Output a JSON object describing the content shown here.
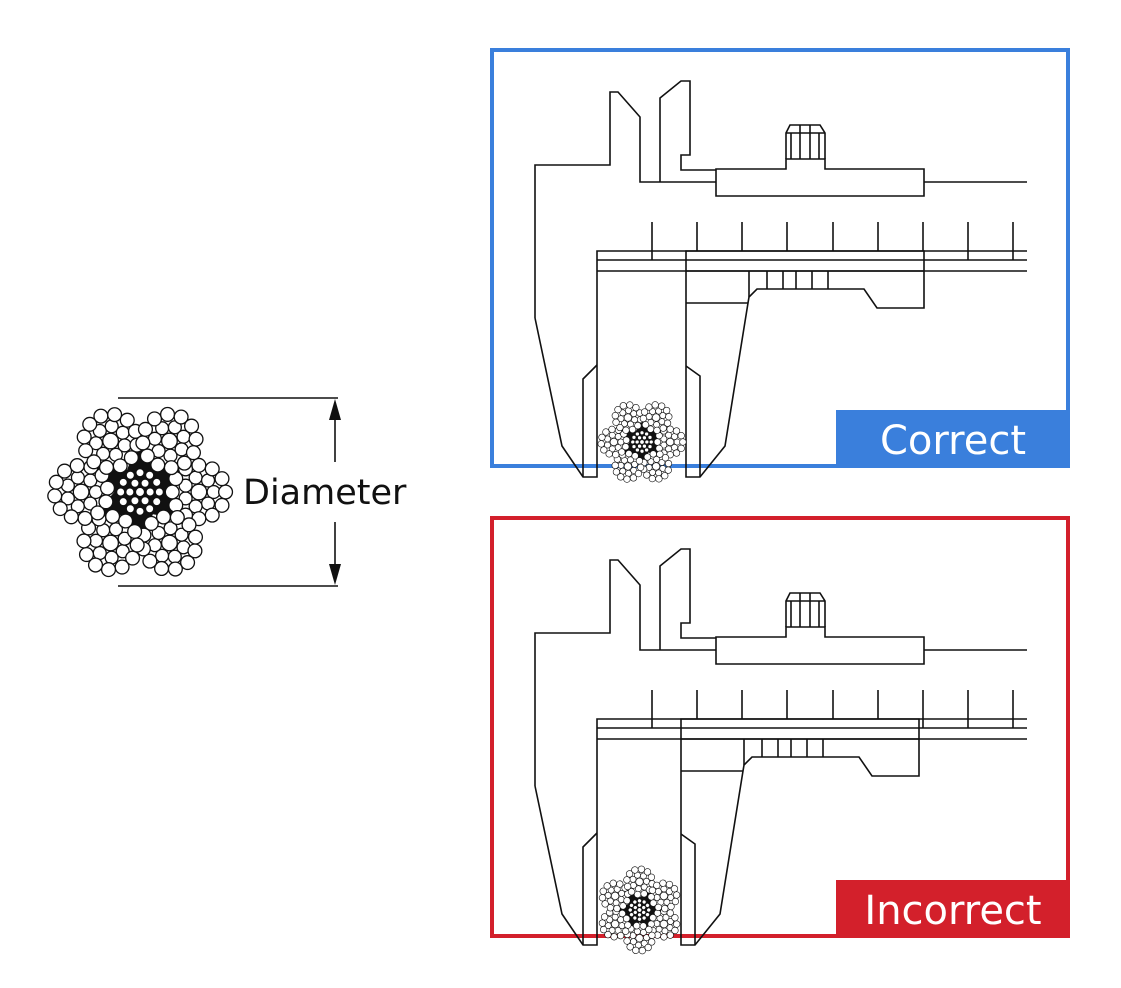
{
  "diameter_label": "Diameter",
  "panels": [
    {
      "label": "Correct",
      "color": "#3a7fdc",
      "rope_orientation": "across-strands"
    },
    {
      "label": "Incorrect",
      "color": "#d3202b",
      "rope_orientation": "across-flats"
    }
  ]
}
